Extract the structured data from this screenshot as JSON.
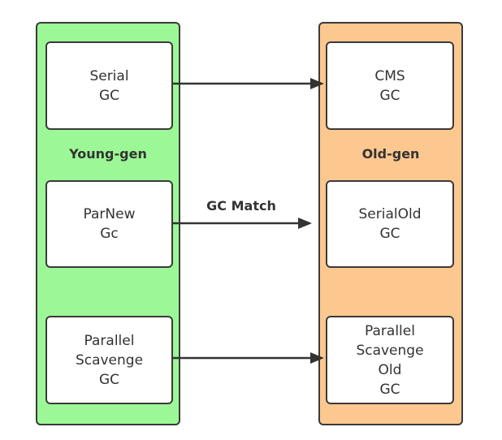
{
  "colors": {
    "young_gen_fill": "#9cf896",
    "old_gen_fill": "#fdc890",
    "border": "#3a3a3a",
    "box_fill": "#ffffff",
    "arrow": "#333333",
    "text": "#333333"
  },
  "young_gen": {
    "label": "Young-gen",
    "collectors": [
      {
        "lines": [
          "Serial",
          "GC"
        ]
      },
      {
        "lines": [
          "ParNew",
          "Gc"
        ]
      },
      {
        "lines": [
          "Parallel",
          "Scavenge",
          "GC"
        ]
      }
    ]
  },
  "old_gen": {
    "label": "Old-gen",
    "collectors": [
      {
        "lines": [
          "CMS",
          "GC"
        ]
      },
      {
        "lines": [
          "SerialOld",
          "GC"
        ]
      },
      {
        "lines": [
          "Parallel",
          "Scavenge",
          "Old",
          "GC"
        ]
      }
    ]
  },
  "connector_label": "GC Match"
}
